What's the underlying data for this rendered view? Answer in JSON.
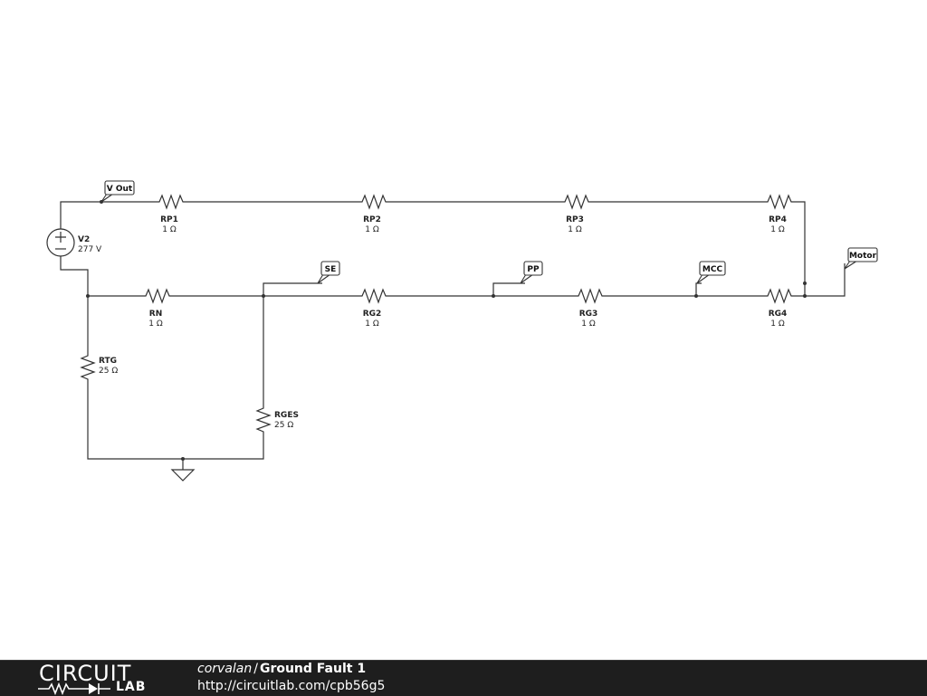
{
  "diagram": {
    "source": {
      "name": "V2",
      "value": "277 V"
    },
    "components": [
      {
        "id": "rp1",
        "name": "RP1",
        "value": "1 Ω"
      },
      {
        "id": "rp2",
        "name": "RP2",
        "value": "1 Ω"
      },
      {
        "id": "rp3",
        "name": "RP3",
        "value": "1 Ω"
      },
      {
        "id": "rp4",
        "name": "RP4",
        "value": "1 Ω"
      },
      {
        "id": "rn",
        "name": "RN",
        "value": "1 Ω"
      },
      {
        "id": "rg2",
        "name": "RG2",
        "value": "1 Ω"
      },
      {
        "id": "rg3",
        "name": "RG3",
        "value": "1 Ω"
      },
      {
        "id": "rg4",
        "name": "RG4",
        "value": "1 Ω"
      },
      {
        "id": "rtg",
        "name": "RTG",
        "value": "25 Ω"
      },
      {
        "id": "rges",
        "name": "RGES",
        "value": "25 Ω"
      }
    ],
    "net_labels": [
      {
        "id": "vout",
        "text": "V Out"
      },
      {
        "id": "se",
        "text": "SE"
      },
      {
        "id": "pp",
        "text": "PP"
      },
      {
        "id": "mcc",
        "text": "MCC"
      },
      {
        "id": "motor",
        "text": "Motor"
      }
    ]
  },
  "footer": {
    "logo_top": "CIRCUIT",
    "logo_bottom": "LAB",
    "author": "corvalan",
    "separator": "/",
    "title": "Ground Fault 1",
    "url": "http://circuitlab.com/cpb56g5"
  }
}
